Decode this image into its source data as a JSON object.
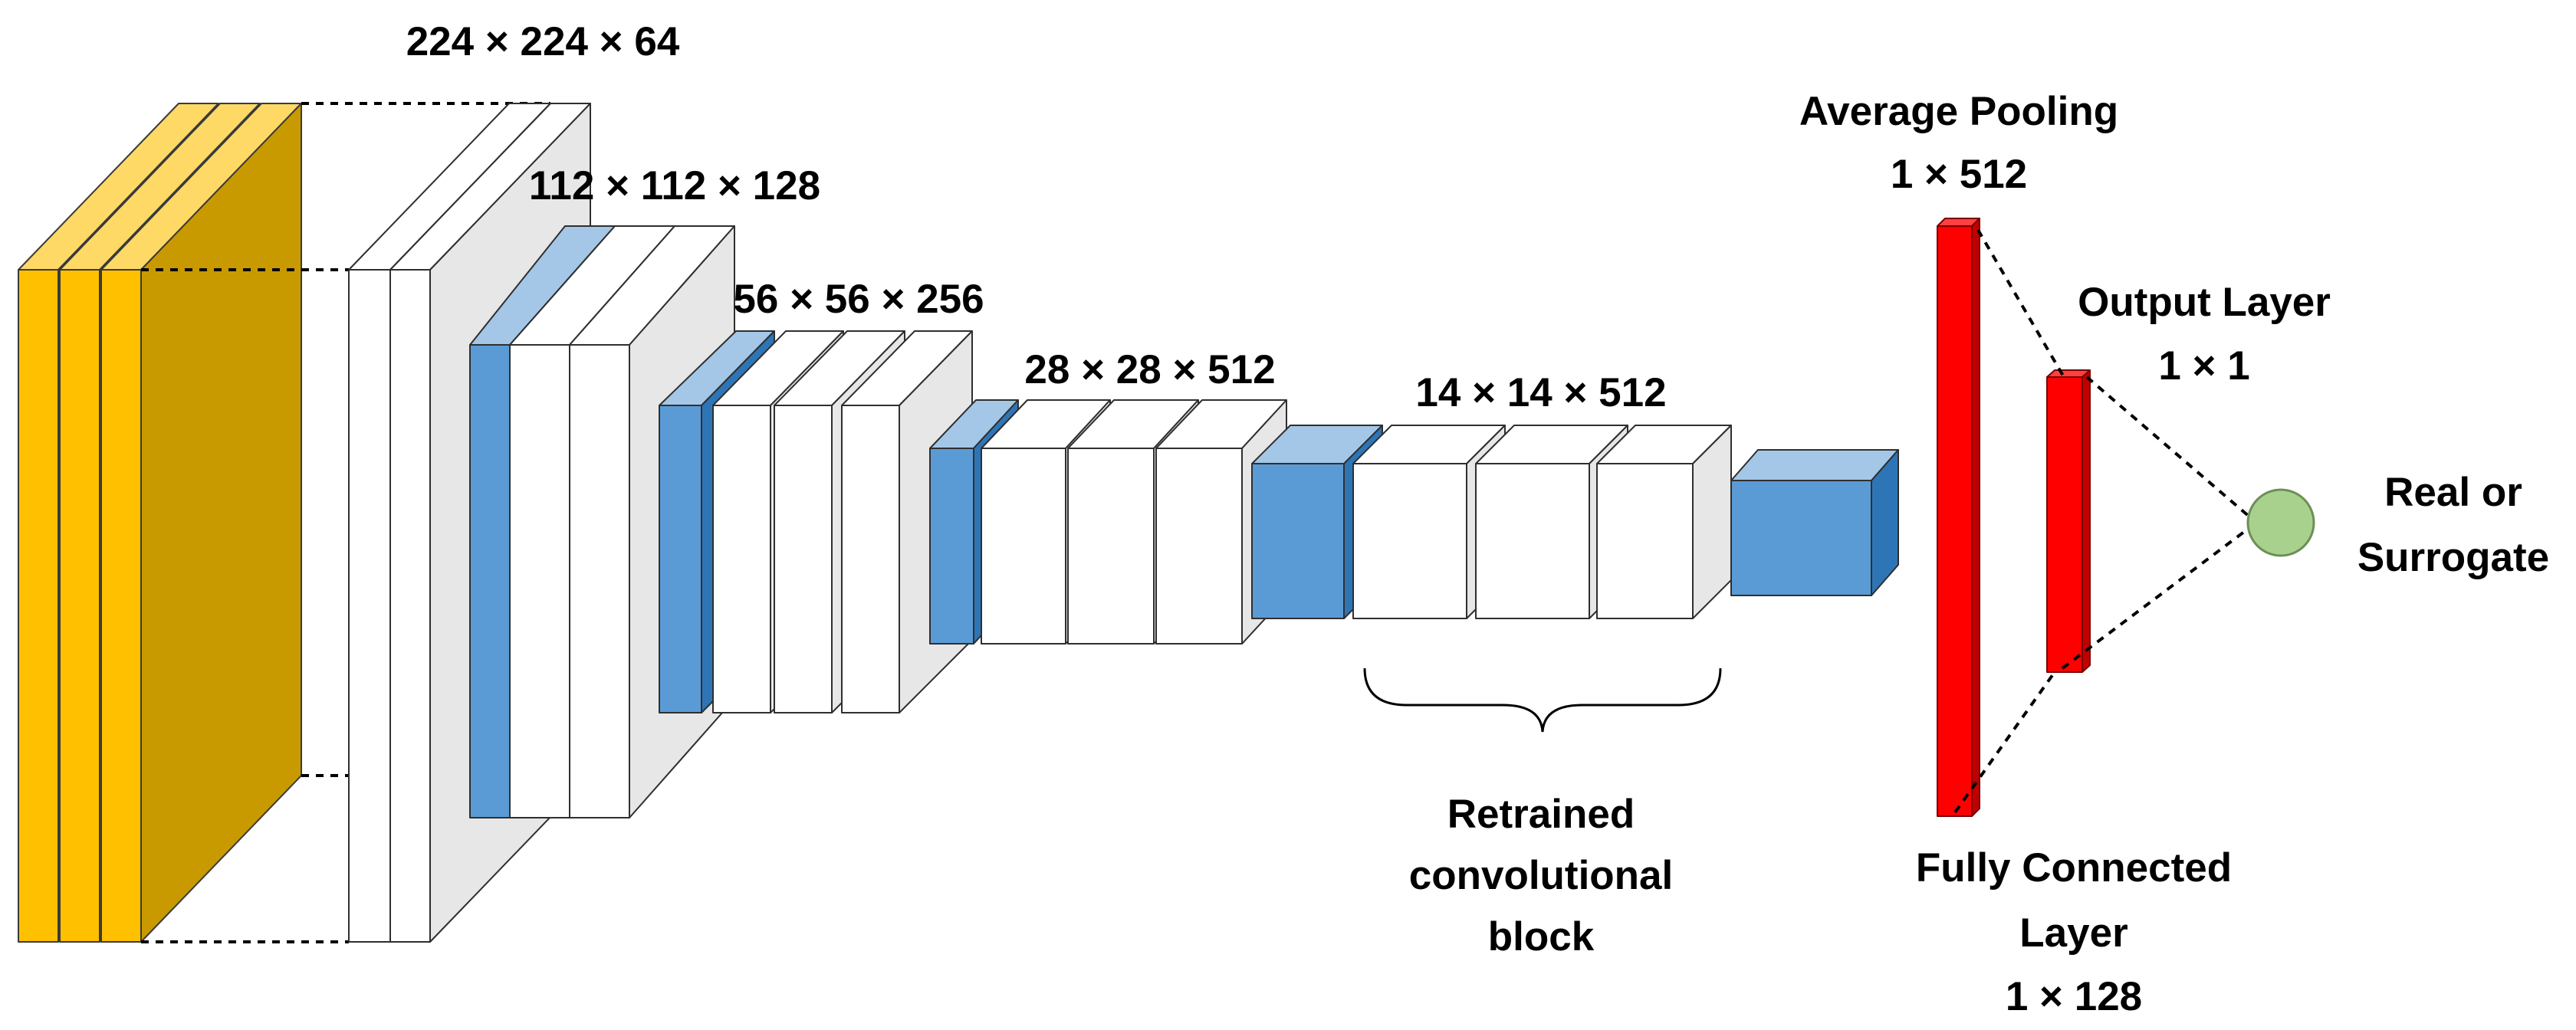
{
  "labels": {
    "input_dims": "224 × 224 × 64",
    "block2_dims": "112 × 112 × 128",
    "block3_dims": "56 × 56 × 256",
    "block4_dims": "28 × 28 × 512",
    "block5_dims": "14 × 14 × 512",
    "retrained_line1": "Retrained",
    "retrained_line2": "convolutional",
    "retrained_line3": "block",
    "avgpool_line1": "Average Pooling",
    "avgpool_line2": "1 × 512",
    "output_line1": "Output Layer",
    "output_line2": "1 × 1",
    "result_line1": "Real or",
    "result_line2": "Surrogate",
    "fc_line1": "Fully Connected",
    "fc_line2": "Layer",
    "fc_line3": "1 × 128"
  },
  "colors": {
    "input_front": "#FFC000",
    "input_dark": "#C89A00",
    "input_light": "#FFD966",
    "conv_front": "#FFFFFF",
    "conv_side": "#E7E7E7",
    "pool_front": "#5B9BD5",
    "pool_top": "#A4C7E8",
    "pool_side": "#2E75B6",
    "dense": "#FF0000",
    "dense_side": "#C00000",
    "output_node": "#A9D18E",
    "outline": "#2F2F2F"
  }
}
